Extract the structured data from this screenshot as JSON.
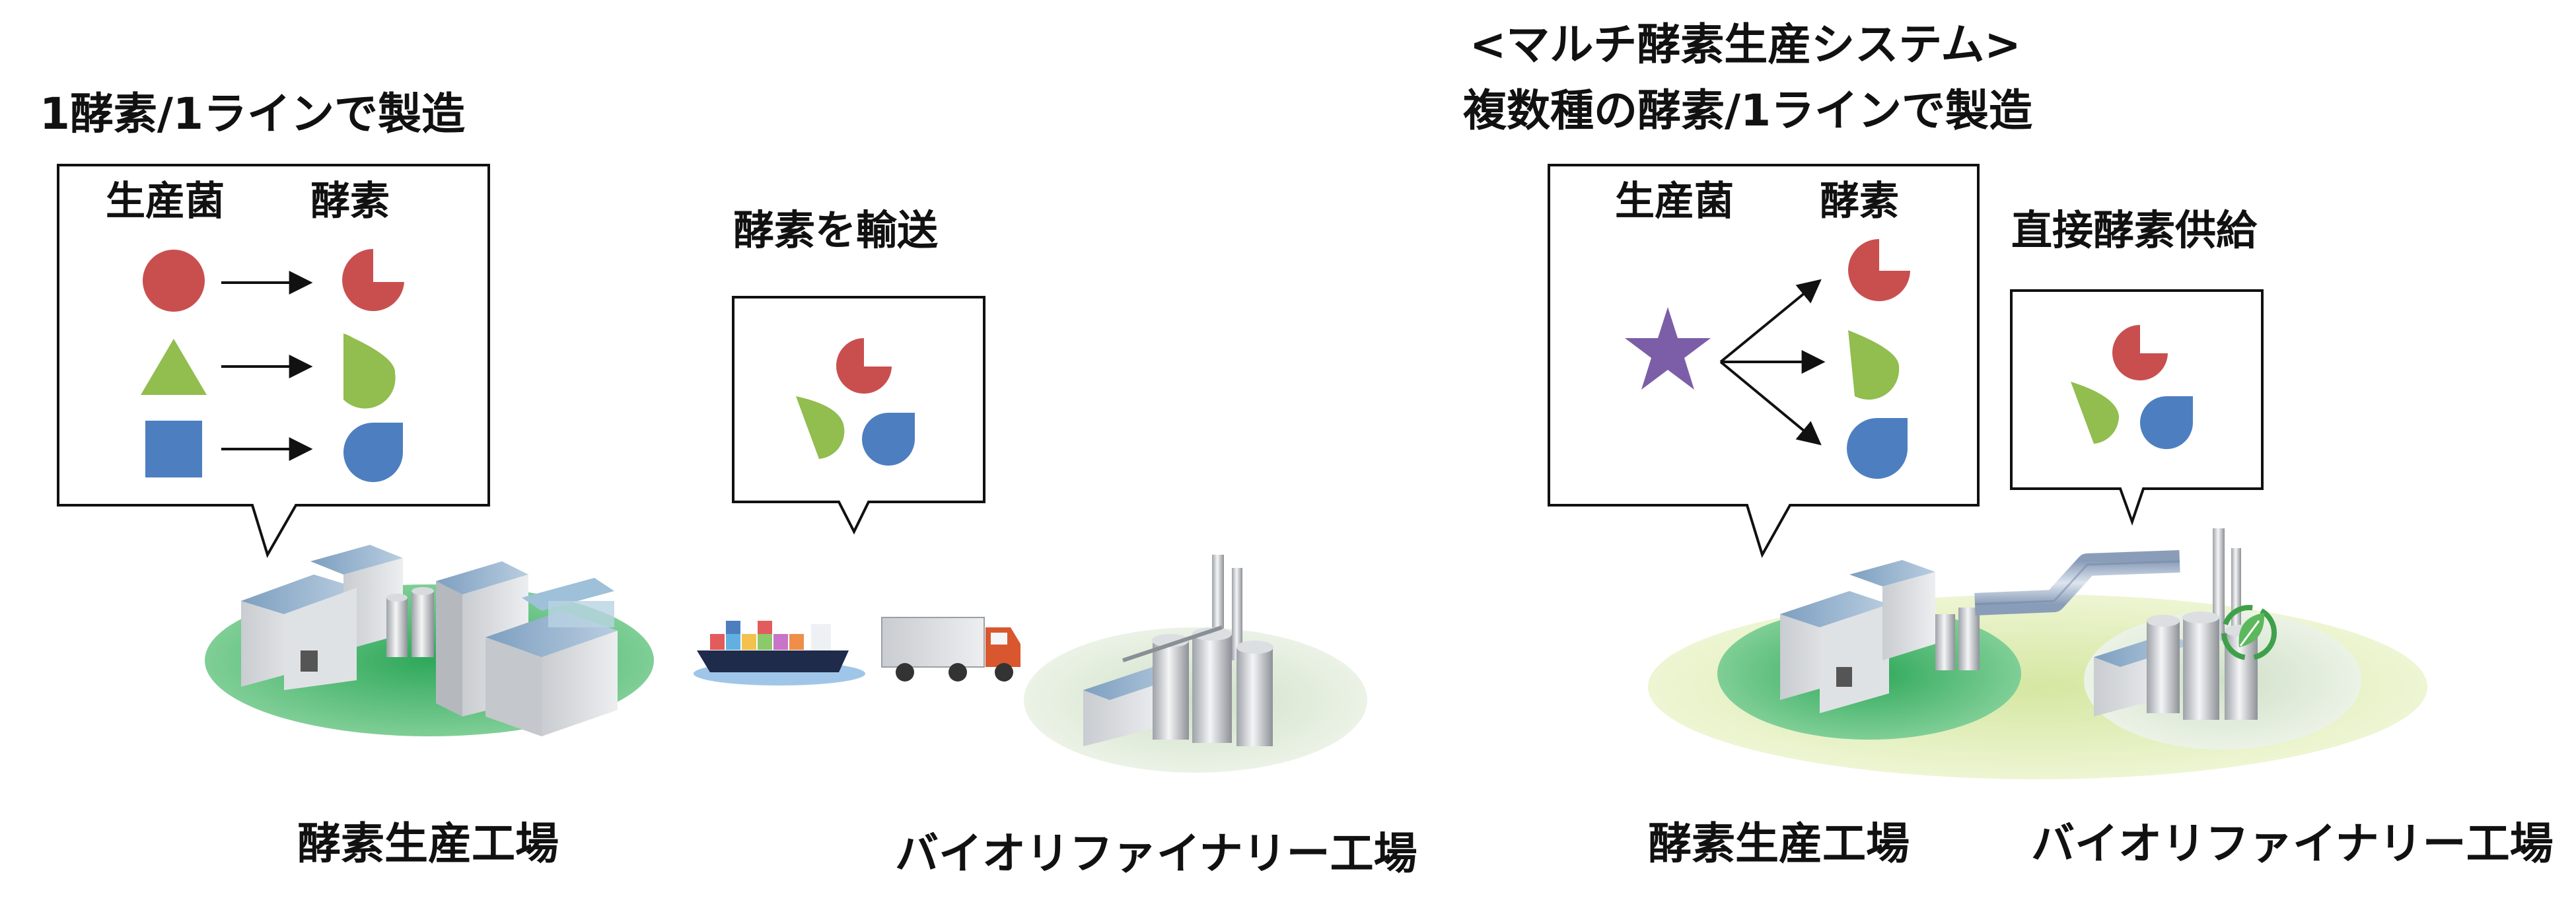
{
  "left": {
    "heading": "1酵素/1ラインで製造",
    "producer_label": "生産菌",
    "enzyme_label": "酵素",
    "transport_label": "酵素を輸送",
    "factory_label": "酵素生産工場",
    "biorefinery_label": "バイオリファイナリー工場"
  },
  "right": {
    "heading_line1": "<マルチ酵素生産システム>",
    "heading_line2": "複数種の酵素/1ラインで製造",
    "producer_label": "生産菌",
    "enzyme_label": "酵素",
    "supply_label": "直接酵素供給",
    "factory_label": "酵素生産工場",
    "biorefinery_label": "バイオリファイナリー工場"
  },
  "colors": {
    "red": "#c94f4f",
    "green": "#92bd4f",
    "blue": "#4d7fc0",
    "purple": "#7b5ea7",
    "ground_green": "#5cbf7a",
    "ground_light": "#e7f2c4"
  },
  "icons": [
    "factory-icon",
    "container-ship-icon",
    "truck-icon",
    "biorefinery-icon",
    "pipeline-icon",
    "leaf-recycle-icon"
  ]
}
